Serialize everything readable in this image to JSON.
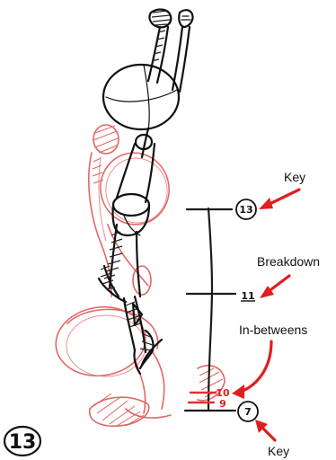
{
  "labels": {
    "key_top": "Key",
    "breakdown": "Breakdown",
    "inbetweens": "In-betweens",
    "key_bottom": "Key"
  },
  "frames": {
    "key_top": "13",
    "breakdown": "11",
    "inbetween_a": "10",
    "inbetween_b": "9",
    "key_bottom": "7",
    "corner": "13"
  },
  "colors": {
    "key_pose": "#111111",
    "earlier_pose": "#e05555",
    "arrow": "#e01e1e"
  }
}
